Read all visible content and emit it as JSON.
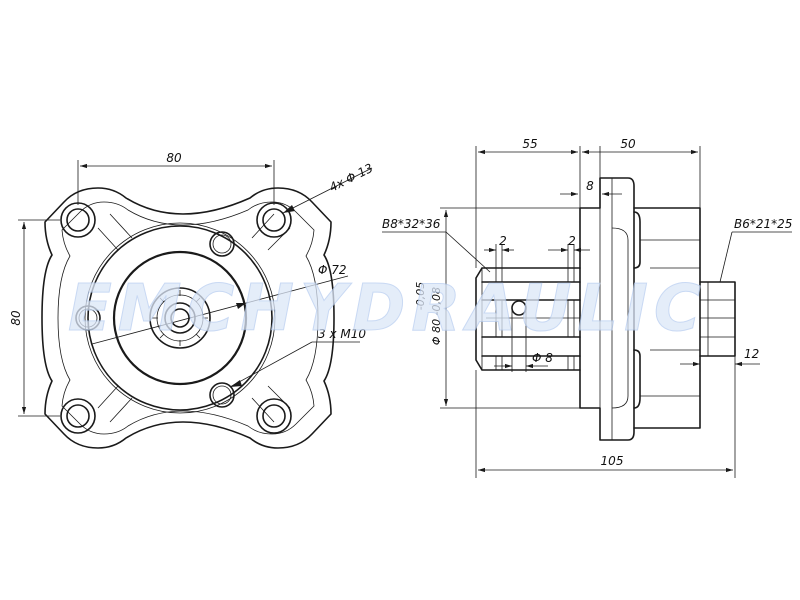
{
  "labels": {
    "front_width": "80",
    "front_height": "80",
    "mount_holes": "4x Φ 13",
    "pilot_diameter": "Φ 72",
    "threaded_holes": "3 x M10",
    "length_shaft": "55",
    "length_body": "50",
    "flange_thickness": "8",
    "overall_length": "105",
    "spline_left": "B8*32*36",
    "spline_right": "B6*21*25",
    "groove_left": "2",
    "groove_right": "2",
    "cross_hole": "Φ 8",
    "shaft_end": "12",
    "spigot_tol_upper": "-0,05",
    "spigot_diameter": "Φ 80 -0,08"
  },
  "watermark": "EMCHYDRAULIC"
}
